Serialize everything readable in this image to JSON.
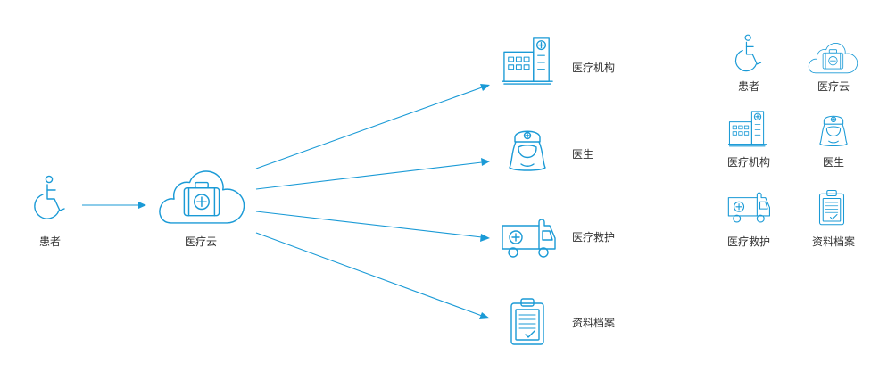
{
  "flow": {
    "patient_label": "患者",
    "cloud_label": "医疗云",
    "targets": {
      "institution_label": "医疗机构",
      "doctor_label": "医生",
      "ambulance_label": "医疗救护",
      "records_label": "资料档案"
    }
  },
  "legend": {
    "patient_label": "患者",
    "cloud_label": "医疗云",
    "institution_label": "医疗机构",
    "doctor_label": "医生",
    "ambulance_label": "医疗救护",
    "records_label": "资料档案"
  },
  "colors": {
    "accent": "#1a9ad6",
    "text": "#333333"
  }
}
